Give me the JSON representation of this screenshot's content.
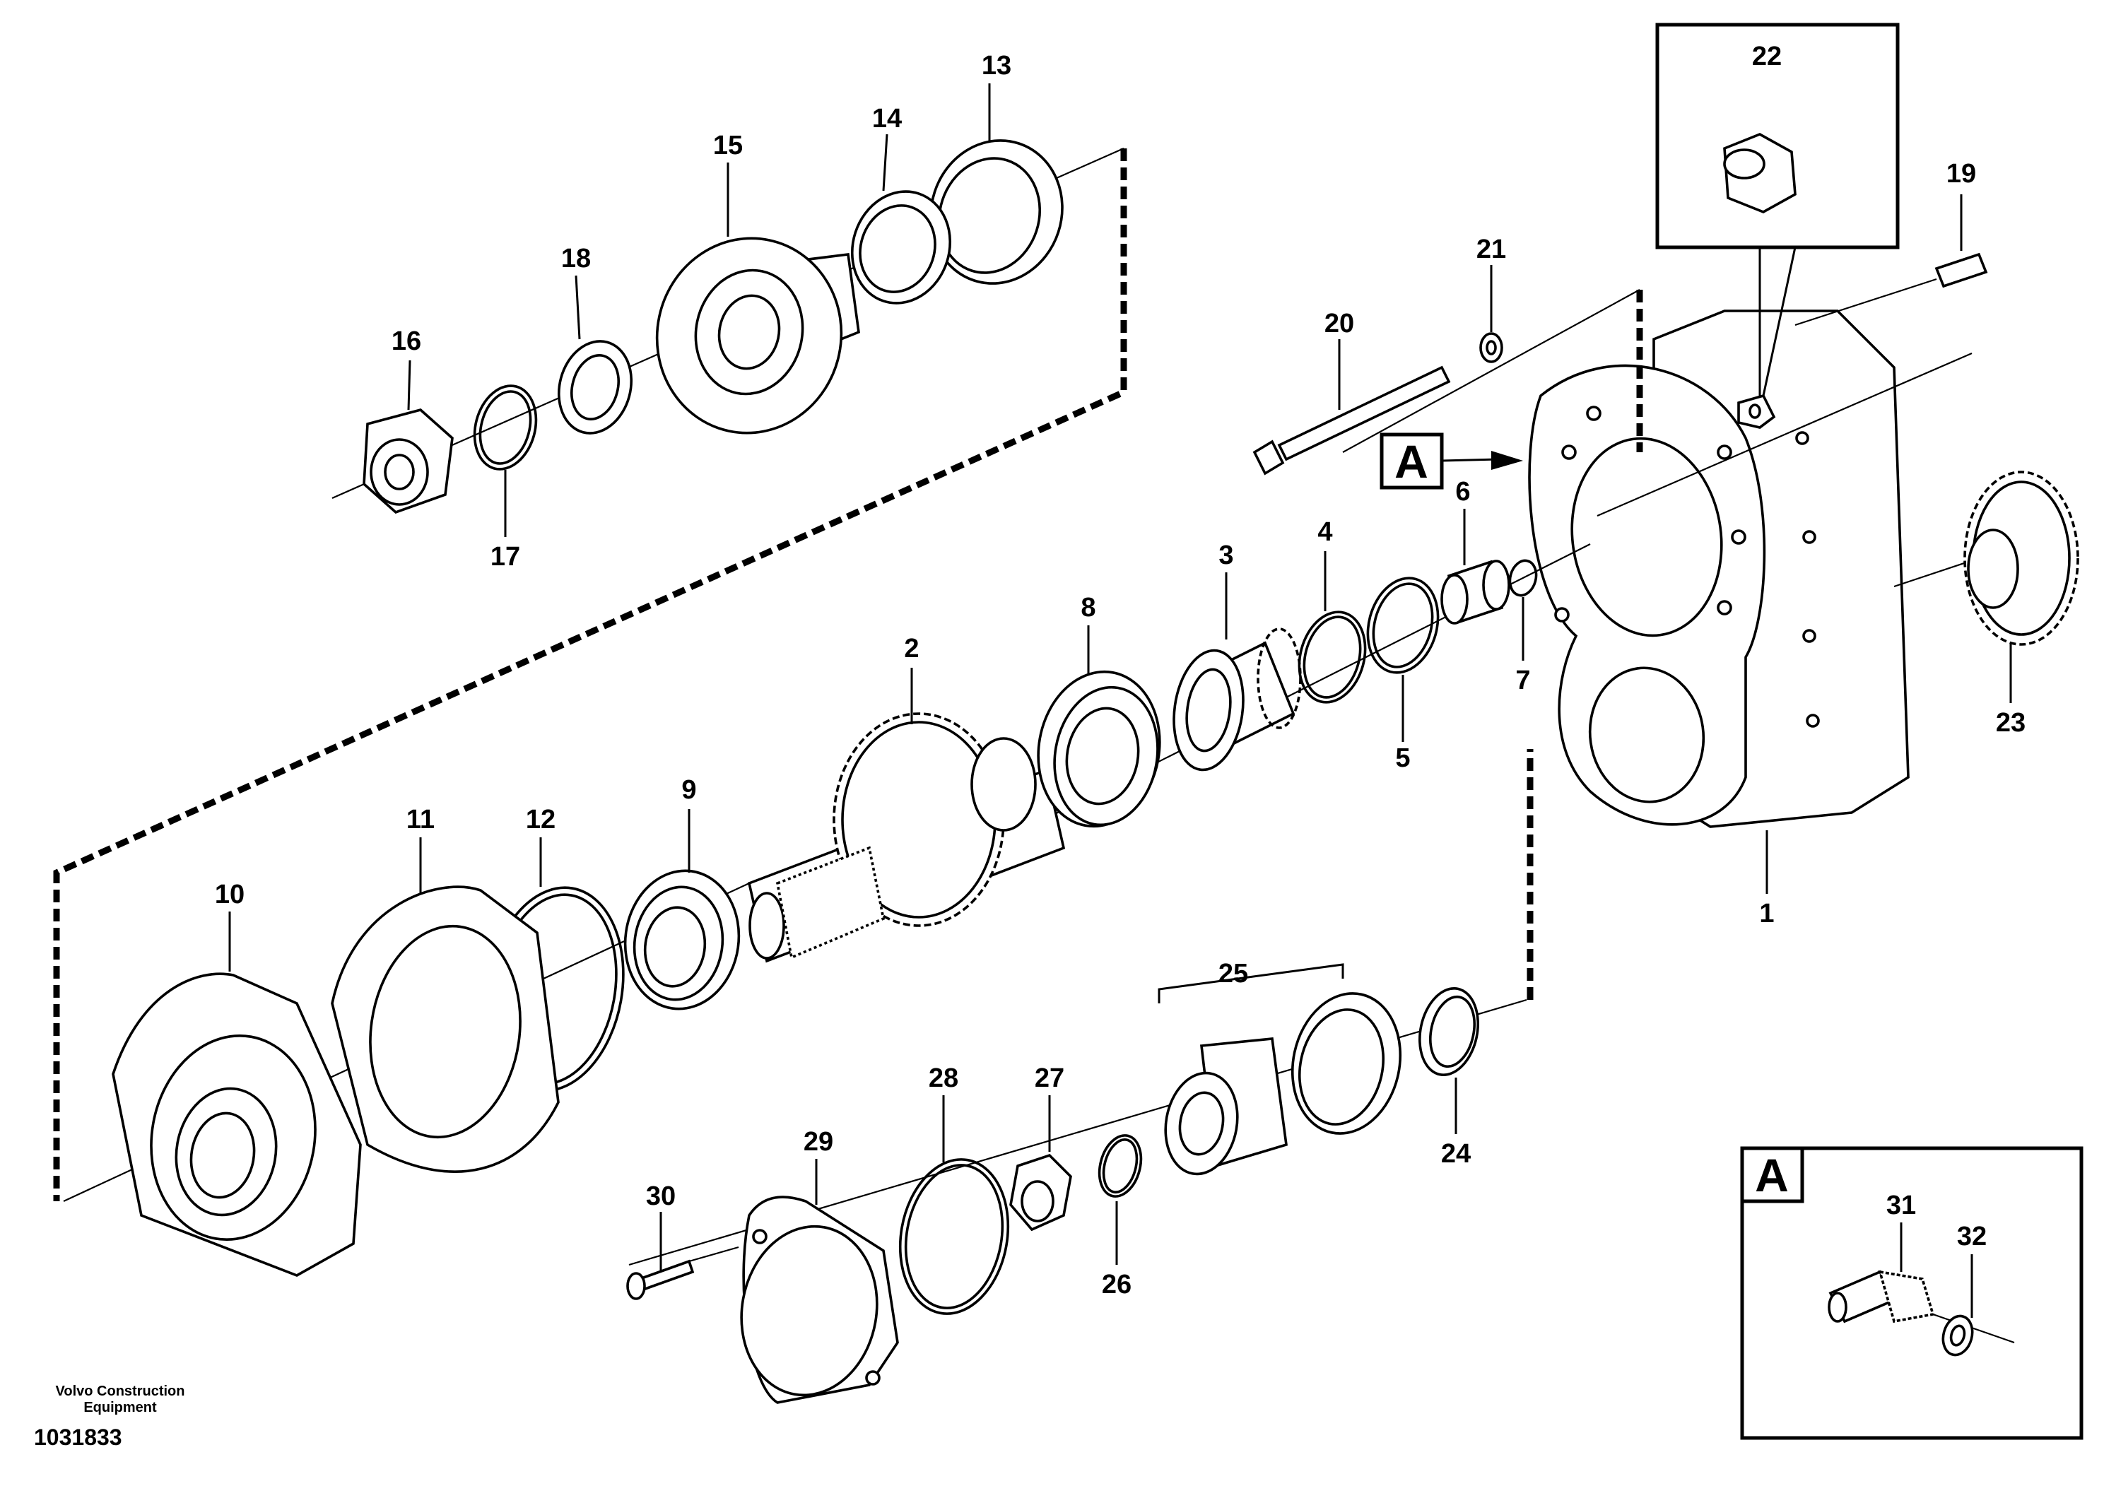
{
  "footer": {
    "company_line1": "Volvo Construction",
    "company_line2": "Equipment",
    "drawing_number": "1031833"
  },
  "callouts": {
    "reference_letter": "A",
    "detail_box_letter": "A"
  },
  "labels": {
    "p1": "1",
    "p2": "2",
    "p3": "3",
    "p4": "4",
    "p5": "5",
    "p6": "6",
    "p7": "7",
    "p8": "8",
    "p9": "9",
    "p10": "10",
    "p11": "11",
    "p12": "12",
    "p13": "13",
    "p14": "14",
    "p15": "15",
    "p16": "16",
    "p17": "17",
    "p18": "18",
    "p19": "19",
    "p20": "20",
    "p21": "21",
    "p22": "22",
    "p23": "23",
    "p24": "24",
    "p25": "25",
    "p26": "26",
    "p27": "27",
    "p28": "28",
    "p29": "29",
    "p30": "30",
    "p31": "31",
    "p32": "32"
  }
}
